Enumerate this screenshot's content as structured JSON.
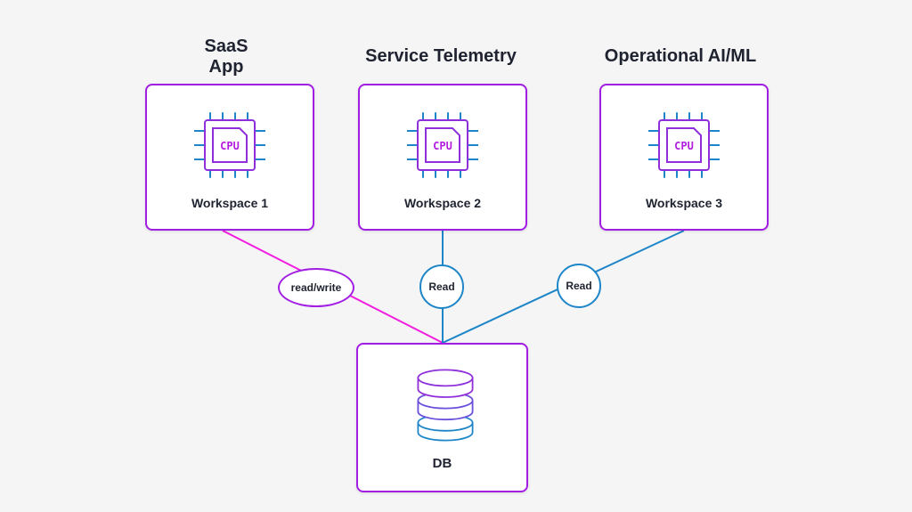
{
  "headings": {
    "col1_line1": "SaaS",
    "col1_line2": "App",
    "col2": "Service Telemetry",
    "col3": "Operational AI/ML"
  },
  "workspaces": [
    {
      "label": "Workspace 1",
      "chip_text": "CPU"
    },
    {
      "label": "Workspace 2",
      "chip_text": "CPU"
    },
    {
      "label": "Workspace 3",
      "chip_text": "CPU"
    }
  ],
  "database": {
    "label": "DB"
  },
  "connections": [
    {
      "from": "Workspace 1",
      "to": "DB",
      "label": "read/write",
      "color": "#f21fe0"
    },
    {
      "from": "Workspace 2",
      "to": "DB",
      "label": "Read",
      "color": "#1e86c8"
    },
    {
      "from": "Workspace 3",
      "to": "DB",
      "label": "Read",
      "color": "#1e86c8"
    }
  ],
  "colors": {
    "box_border": "#a21ee3",
    "chip_text": "#b21ee0",
    "icon_blue": "#1e86c8",
    "icon_purple": "#8f2fdc"
  }
}
